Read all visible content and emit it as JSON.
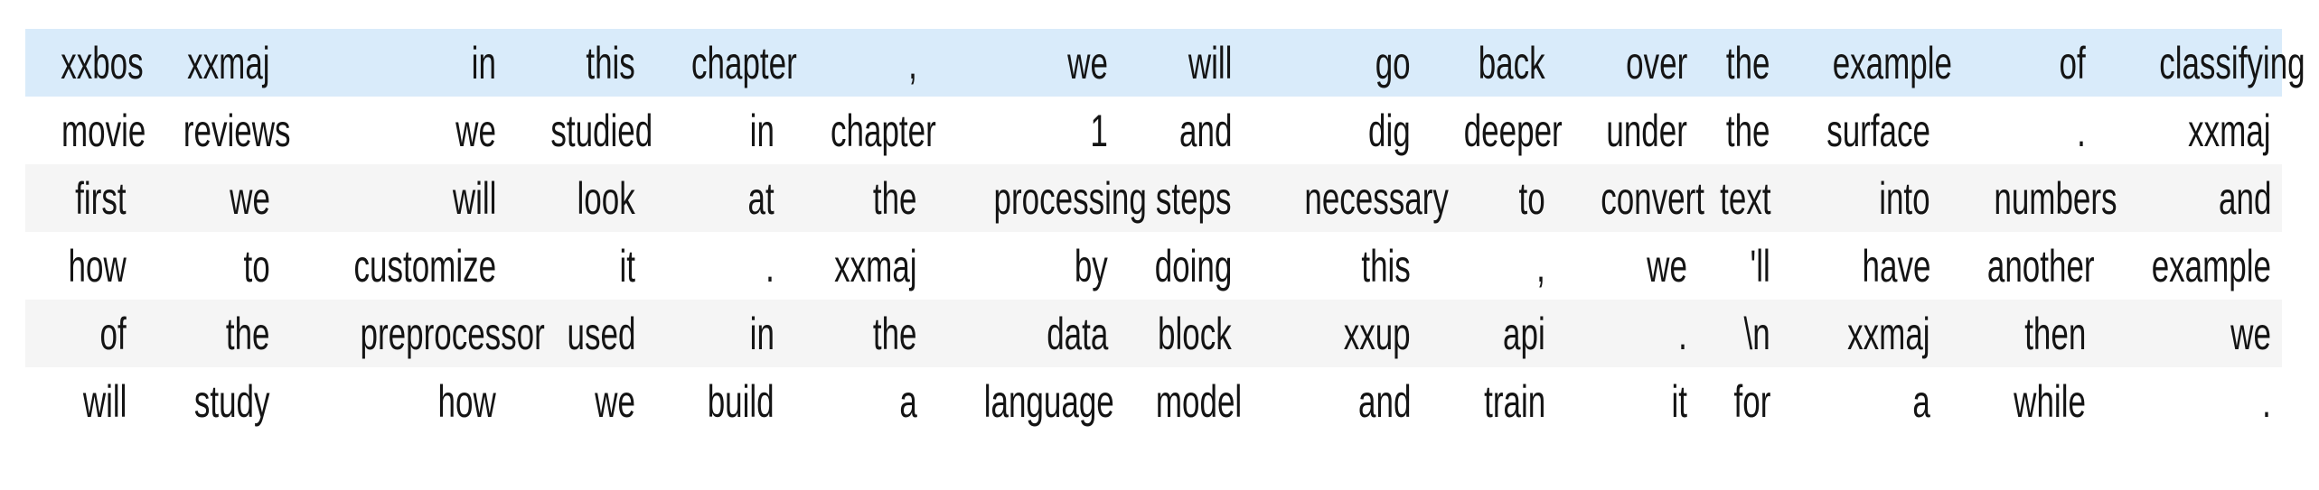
{
  "colors": {
    "highlight_row_blue": "#d9ebfa",
    "stripe_row_gray": "#f5f5f5",
    "row_white": "#ffffff",
    "text": "#141414"
  },
  "table": {
    "rows": [
      {
        "highlight": "hover",
        "tokens": [
          "xxbos",
          "xxmaj",
          "in",
          "this",
          "chapter",
          ",",
          "we",
          "will",
          "go",
          "back",
          "over",
          "the",
          "example",
          "of",
          "classifying"
        ]
      },
      {
        "highlight": "plain",
        "tokens": [
          "movie",
          "reviews",
          "we",
          "studied",
          "in",
          "chapter",
          "1",
          "and",
          "dig",
          "deeper",
          "under",
          "the",
          "surface",
          ".",
          "xxmaj"
        ]
      },
      {
        "highlight": "stripe",
        "tokens": [
          "first",
          "we",
          "will",
          "look",
          "at",
          "the",
          "processing",
          "steps",
          "necessary",
          "to",
          "convert",
          "text",
          "into",
          "numbers",
          "and"
        ]
      },
      {
        "highlight": "plain",
        "tokens": [
          "how",
          "to",
          "customize",
          "it",
          ".",
          "xxmaj",
          "by",
          "doing",
          "this",
          ",",
          "we",
          "'ll",
          "have",
          "another",
          "example"
        ]
      },
      {
        "highlight": "stripe",
        "tokens": [
          "of",
          "the",
          "preprocessor",
          "used",
          "in",
          "the",
          "data",
          "block",
          "xxup",
          "api",
          ".",
          "\\n",
          "xxmaj",
          "then",
          "we"
        ]
      },
      {
        "highlight": "plain",
        "tokens": [
          "will",
          "study",
          "how",
          "we",
          "build",
          "a",
          "language",
          "model",
          "and",
          "train",
          "it",
          "for",
          "a",
          "while",
          "."
        ]
      }
    ]
  }
}
